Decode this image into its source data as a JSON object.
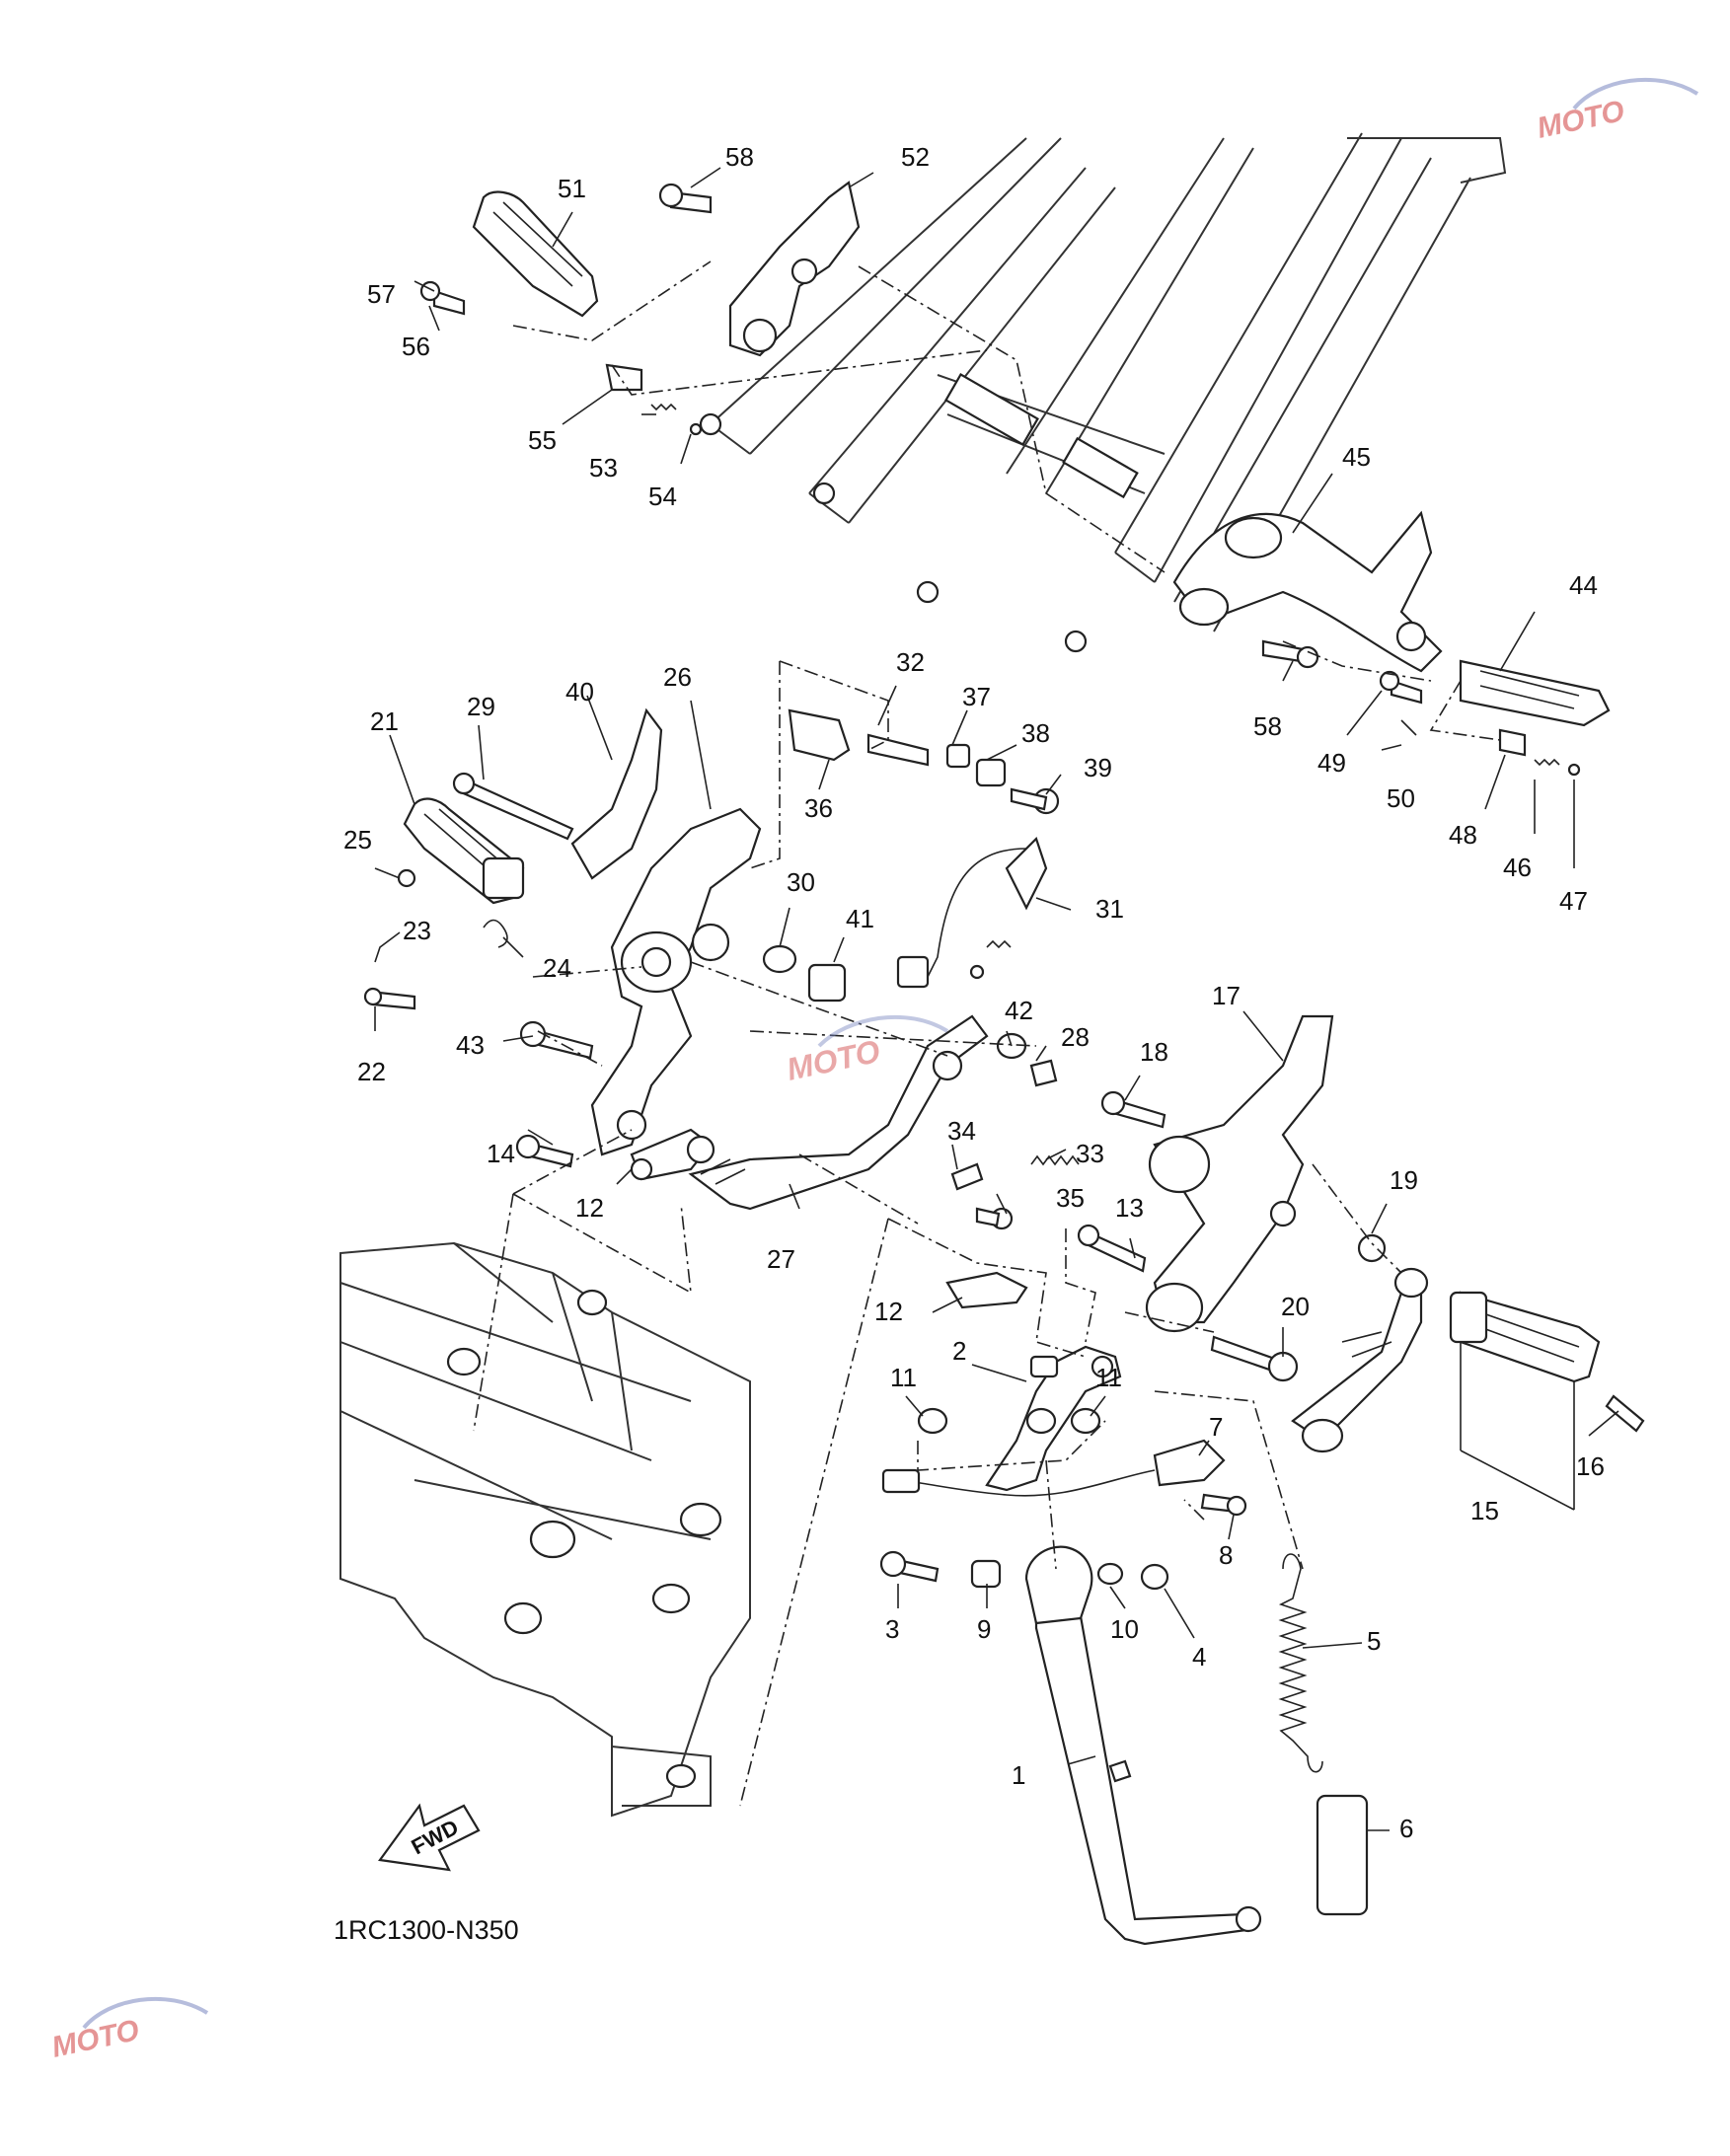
{
  "diagram": {
    "code": "1RC1300-N350",
    "fwd_label": "FWD",
    "watermark": "MOTO",
    "callouts": [
      {
        "n": "1"
      },
      {
        "n": "2"
      },
      {
        "n": "3"
      },
      {
        "n": "4"
      },
      {
        "n": "5"
      },
      {
        "n": "6"
      },
      {
        "n": "7"
      },
      {
        "n": "8"
      },
      {
        "n": "9"
      },
      {
        "n": "10"
      },
      {
        "n": "11"
      },
      {
        "n": "11"
      },
      {
        "n": "12"
      },
      {
        "n": "12"
      },
      {
        "n": "13"
      },
      {
        "n": "14"
      },
      {
        "n": "15"
      },
      {
        "n": "16"
      },
      {
        "n": "17"
      },
      {
        "n": "18"
      },
      {
        "n": "19"
      },
      {
        "n": "20"
      },
      {
        "n": "21"
      },
      {
        "n": "22"
      },
      {
        "n": "23"
      },
      {
        "n": "24"
      },
      {
        "n": "25"
      },
      {
        "n": "26"
      },
      {
        "n": "27"
      },
      {
        "n": "28"
      },
      {
        "n": "29"
      },
      {
        "n": "30"
      },
      {
        "n": "31"
      },
      {
        "n": "32"
      },
      {
        "n": "33"
      },
      {
        "n": "34"
      },
      {
        "n": "35"
      },
      {
        "n": "36"
      },
      {
        "n": "37"
      },
      {
        "n": "38"
      },
      {
        "n": "39"
      },
      {
        "n": "40"
      },
      {
        "n": "41"
      },
      {
        "n": "42"
      },
      {
        "n": "43"
      },
      {
        "n": "44"
      },
      {
        "n": "45"
      },
      {
        "n": "46"
      },
      {
        "n": "47"
      },
      {
        "n": "48"
      },
      {
        "n": "49"
      },
      {
        "n": "50"
      },
      {
        "n": "51"
      },
      {
        "n": "52"
      },
      {
        "n": "53"
      },
      {
        "n": "54"
      },
      {
        "n": "55"
      },
      {
        "n": "56"
      },
      {
        "n": "57"
      },
      {
        "n": "58"
      },
      {
        "n": "58"
      }
    ]
  }
}
